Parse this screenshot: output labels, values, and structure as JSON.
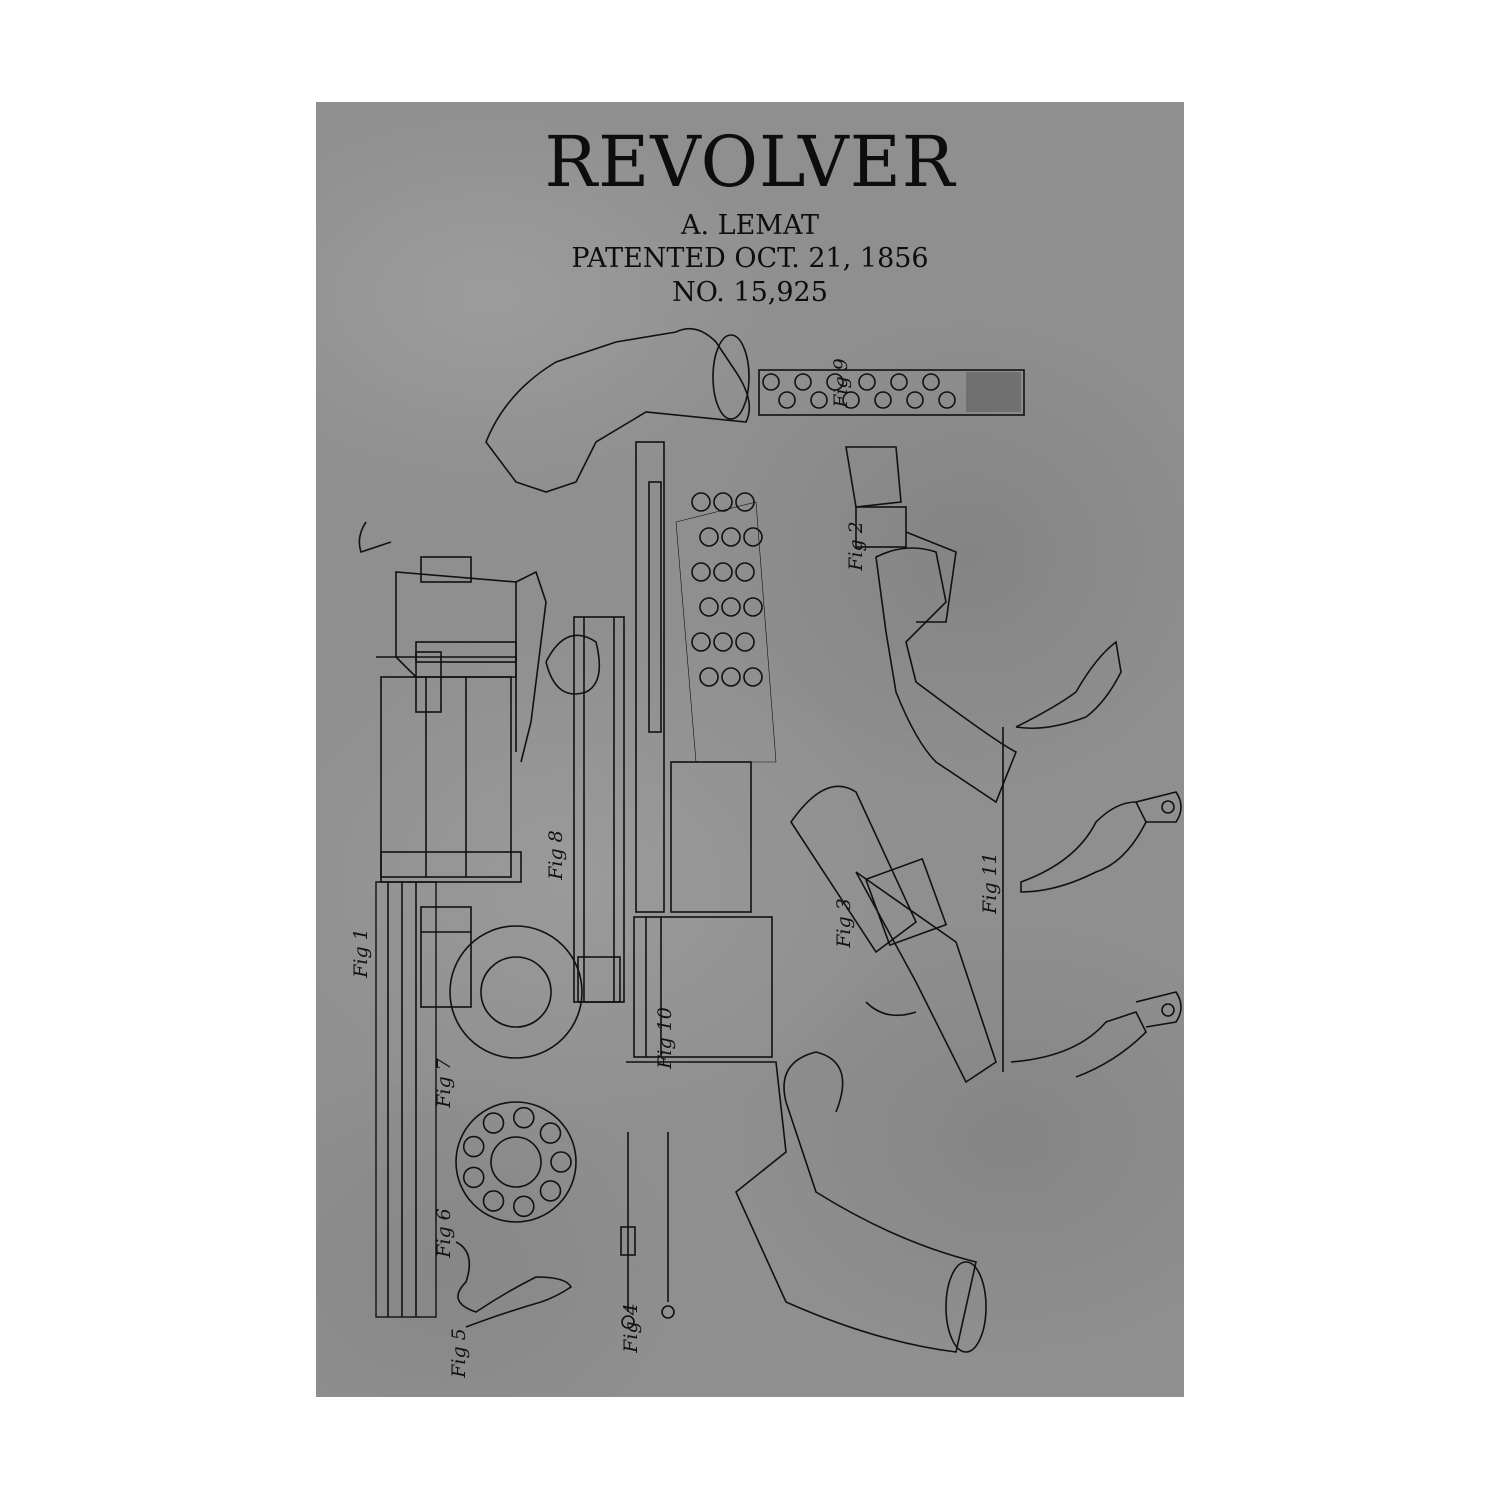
{
  "poster": {
    "title": "REVOLVER",
    "inventor": "A. LEMAT",
    "patent_date": "PATENTED OCT. 21, 1856",
    "patent_number": "NO. 15,925",
    "background_color": "#8f8f8f",
    "ink_color": "#111111"
  },
  "figures": {
    "fig1": "Fig 1",
    "fig2": "Fig 2",
    "fig3": "Fig 3",
    "fig4": "Fig 4",
    "fig5": "Fig 5",
    "fig6": "Fig 6",
    "fig7": "Fig 7",
    "fig8": "Fig 8",
    "fig9": "Fig 9",
    "fig10": "Fig 10",
    "fig11": "Fig 11"
  }
}
